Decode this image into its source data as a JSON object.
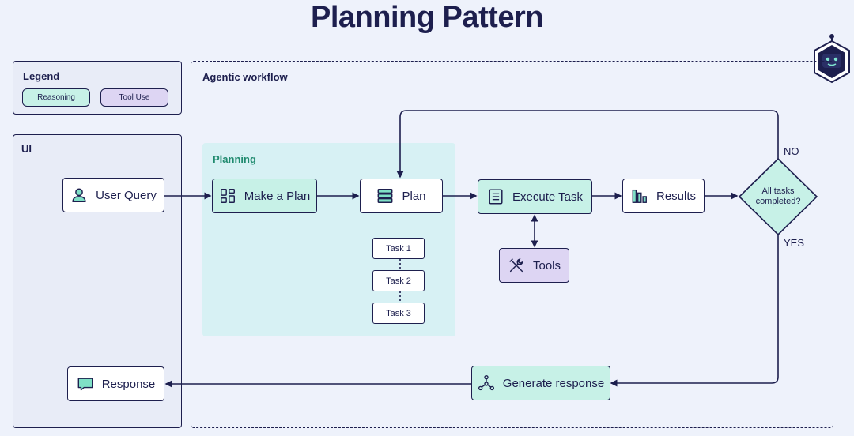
{
  "title": "Planning Pattern",
  "legend": {
    "label": "Legend",
    "reasoning": "Reasoning",
    "tool_use": "Tool Use"
  },
  "ui_panel": {
    "label": "UI"
  },
  "workflow": {
    "label": "Agentic workflow"
  },
  "planning": {
    "label": "Planning"
  },
  "nodes": {
    "user_query": "User Query",
    "make_plan": "Make a Plan",
    "plan": "Plan",
    "execute_task": "Execute Task",
    "results": "Results",
    "tools": "Tools",
    "generate_response": "Generate response",
    "response": "Response"
  },
  "tasks": [
    "Task 1",
    "Task 2",
    "Task 3"
  ],
  "decision": {
    "line1": "All tasks",
    "line2": "completed?",
    "no": "NO",
    "yes": "YES"
  },
  "colors": {
    "navy": "#1d1f4e",
    "reasoning": "#c7f1e7",
    "tool_use": "#ddd5f3",
    "planning_bg": "#d7f1f4",
    "page_bg": "#eef2fb"
  },
  "icons": {
    "user_query": "user-icon",
    "make_plan": "grid-layout-icon",
    "plan": "stack-icon",
    "execute_task": "document-icon",
    "results": "bar-chart-icon",
    "tools": "tools-icon",
    "generate_response": "network-icon",
    "response": "chat-bubble-icon",
    "robot": "robot-icon"
  }
}
